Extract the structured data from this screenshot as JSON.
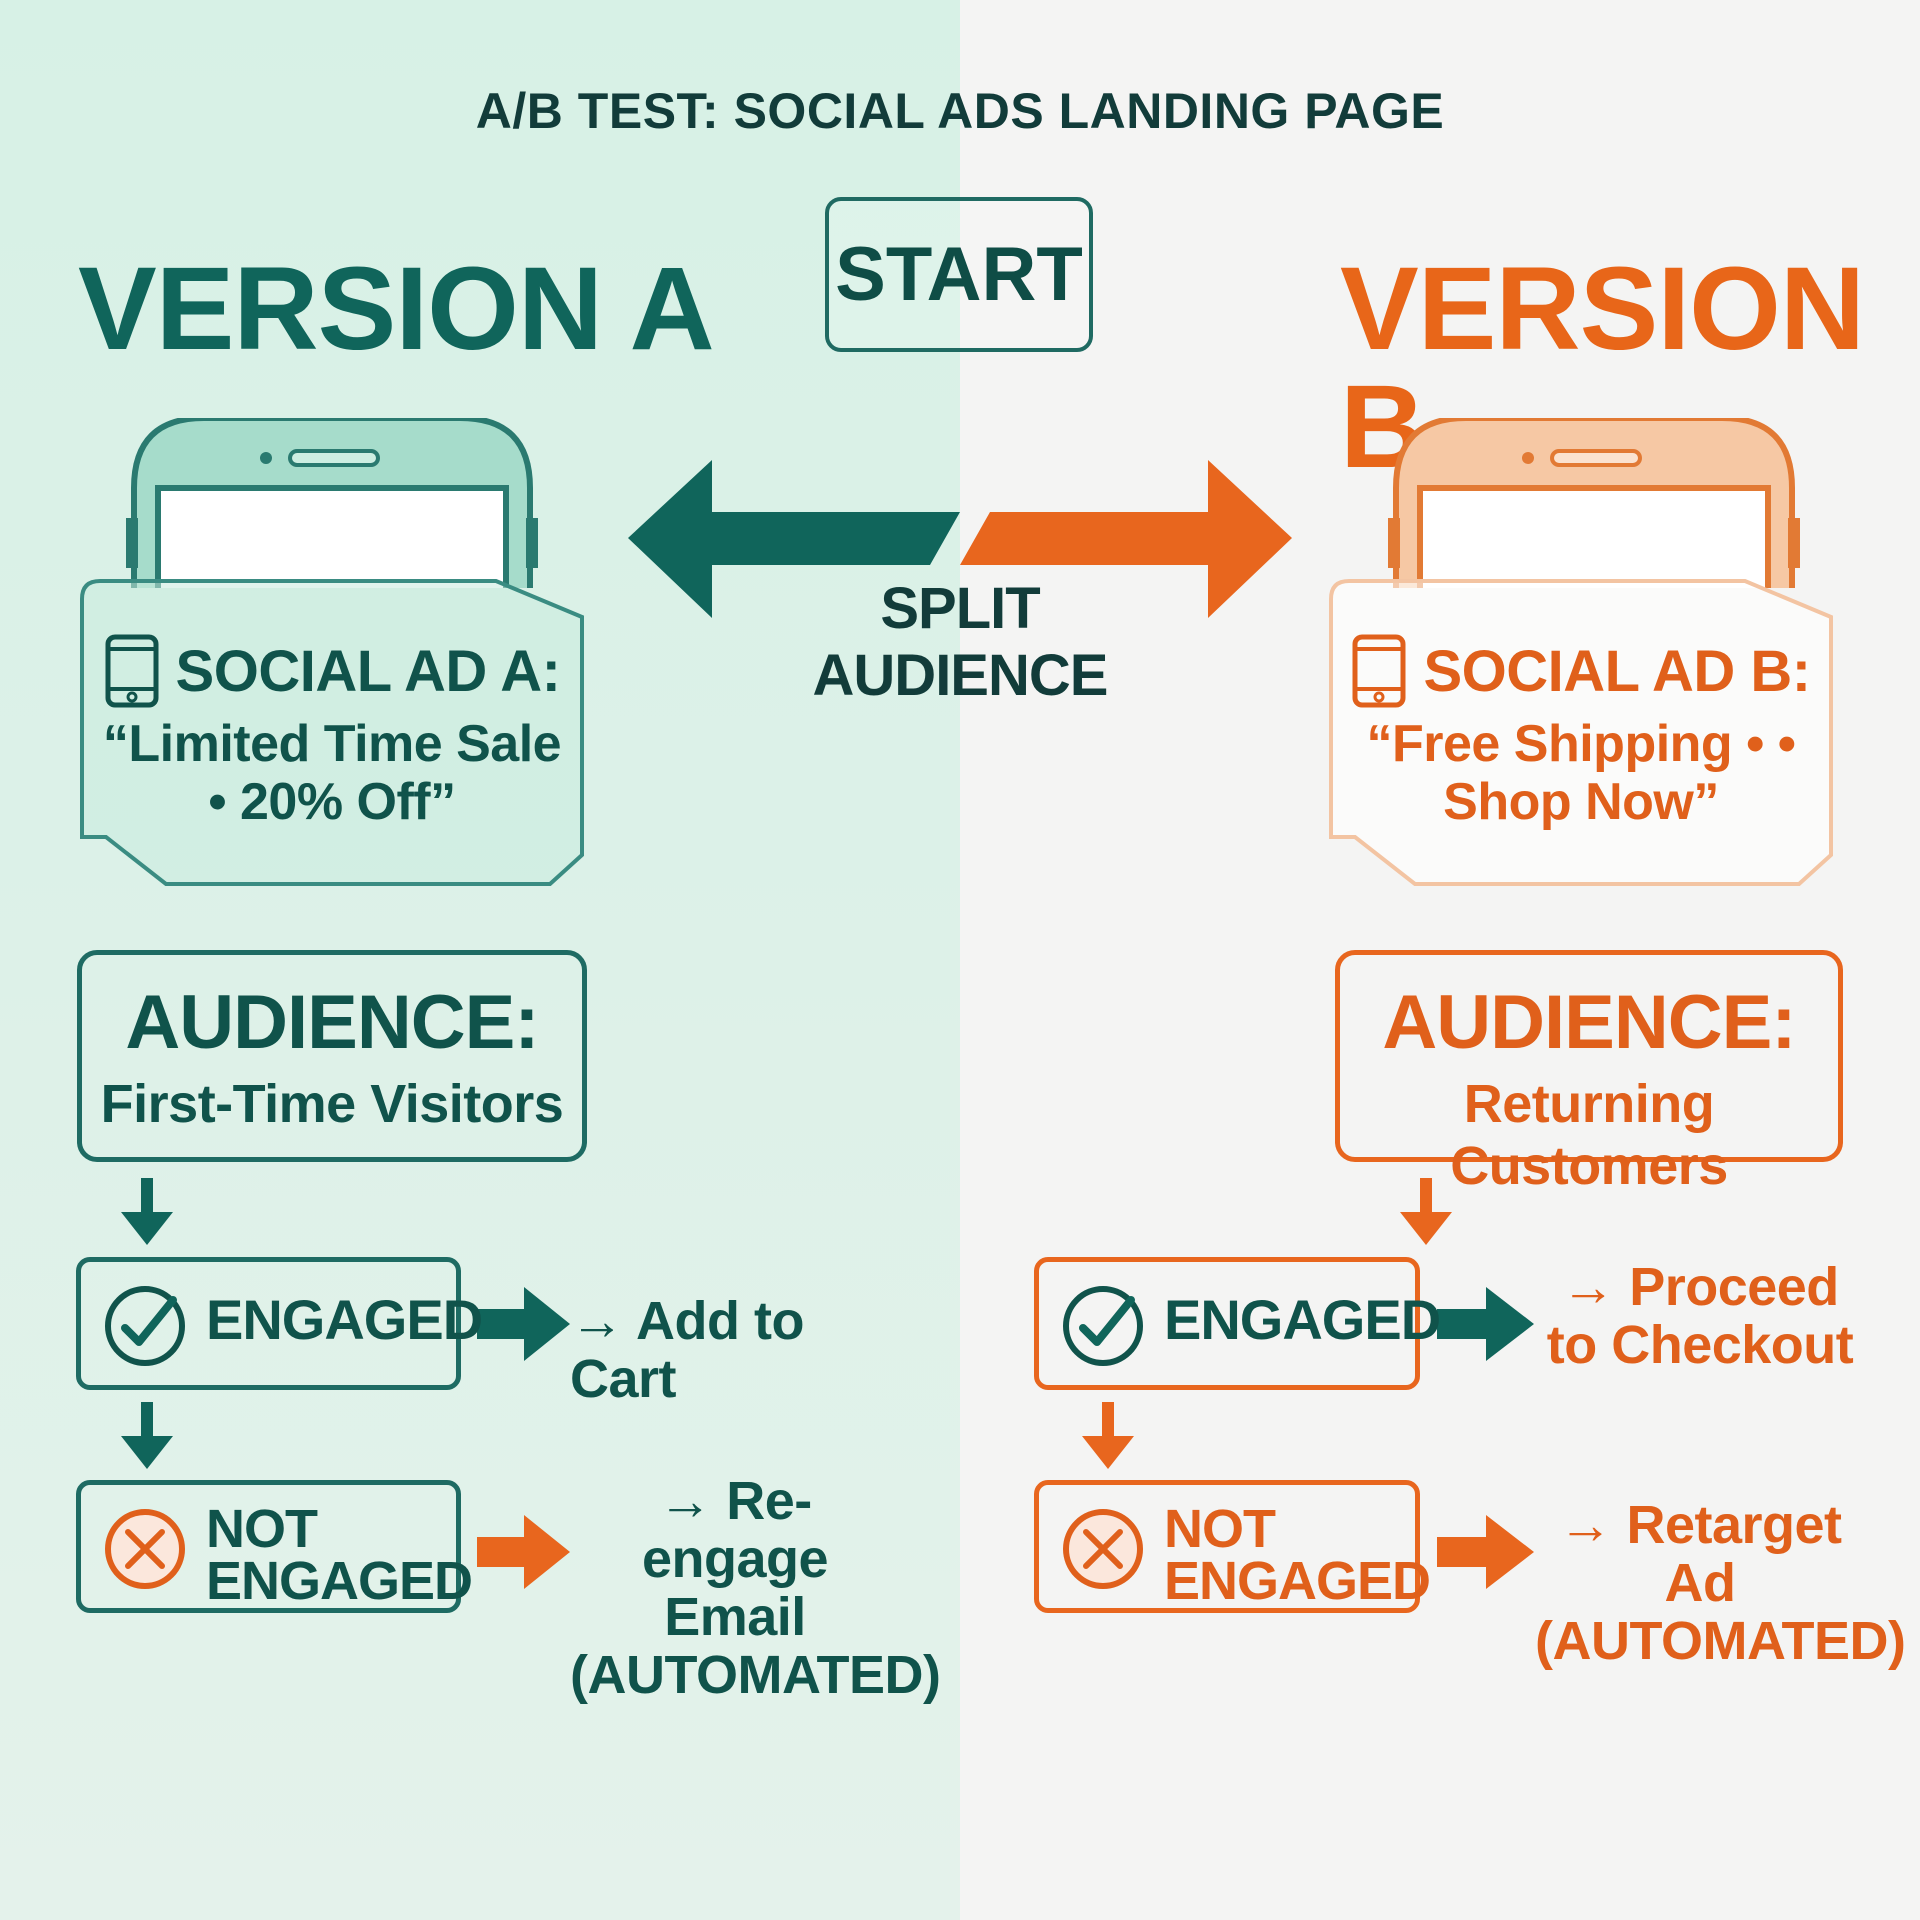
{
  "title": "A/B TEST: SOCIAL ADS LANDING PAGE",
  "start": "START",
  "split_label": "SPLIT AUDIENCE",
  "colors": {
    "teal": "#10655b",
    "orange": "#e86619",
    "bg_left": "#d7f1e6",
    "bg_right": "#f4f4f3"
  },
  "version_a": {
    "heading": "VERSION A",
    "ad_title": "SOCIAL AD A:",
    "ad_quote": "“Limited Time Sale • 20% Off”",
    "audience_heading": "AUDIENCE:",
    "audience": "First-Time Visitors",
    "engaged": "ENGAGED",
    "engaged_outcome": "→ Add to Cart",
    "not_engaged": "NOT ENGAGED",
    "not_engaged_outcome": "→ Re-engage Email (AUTOMATED)"
  },
  "version_b": {
    "heading": "VERSION B",
    "ad_title": "SOCIAL AD B:",
    "ad_quote": "“Free Shipping • • Shop Now”",
    "audience_heading": "AUDIENCE:",
    "audience": "Returning Customers",
    "engaged": "ENGAGED",
    "engaged_outcome": "→ Proceed to Checkout",
    "not_engaged": "NOT ENGAGED",
    "not_engaged_outcome": "→ Retarget Ad (AUTOMATED)"
  },
  "icons": {
    "phone": "smartphone-icon",
    "engaged": "check-circle-icon",
    "not_engaged": "x-circle-icon"
  }
}
